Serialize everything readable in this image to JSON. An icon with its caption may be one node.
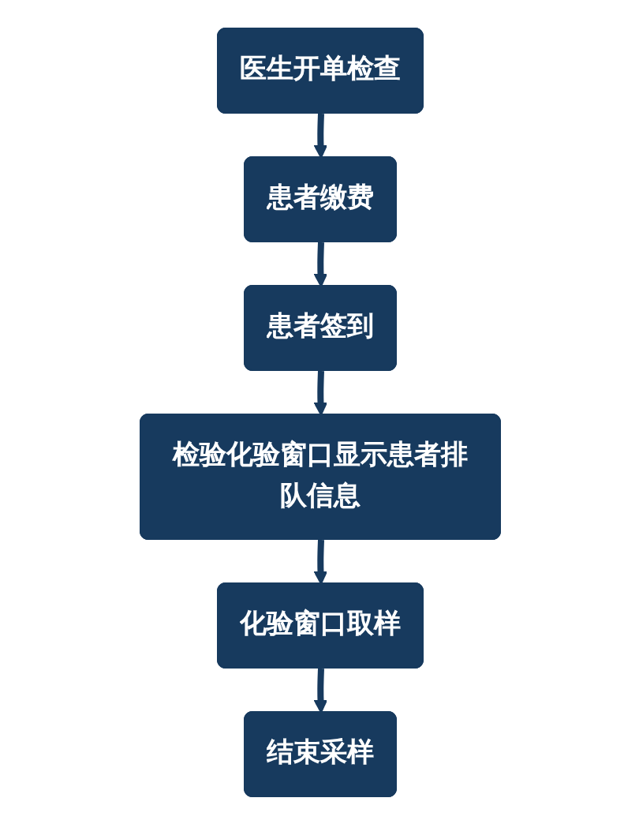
{
  "diagram": {
    "nodes": [
      {
        "text": [
          "医生开单检查"
        ]
      },
      {
        "text": [
          "患者缴费"
        ]
      },
      {
        "text": [
          "患者签到"
        ]
      },
      {
        "text": [
          "检验化验窗口显示患者排队信息"
        ]
      },
      {
        "text": [
          "化验窗口取样"
        ]
      },
      {
        "text": [
          "结束采样"
        ]
      }
    ],
    "edges": [
      {
        "from": 0,
        "to": 1,
        "arrow": "to"
      },
      {
        "from": 1,
        "to": 2,
        "arrow": "to"
      },
      {
        "from": 2,
        "to": 3,
        "arrow": "to"
      },
      {
        "from": 3,
        "to": 4,
        "arrow": "to"
      },
      {
        "from": 4,
        "to": 5,
        "arrow": "to"
      }
    ]
  }
}
